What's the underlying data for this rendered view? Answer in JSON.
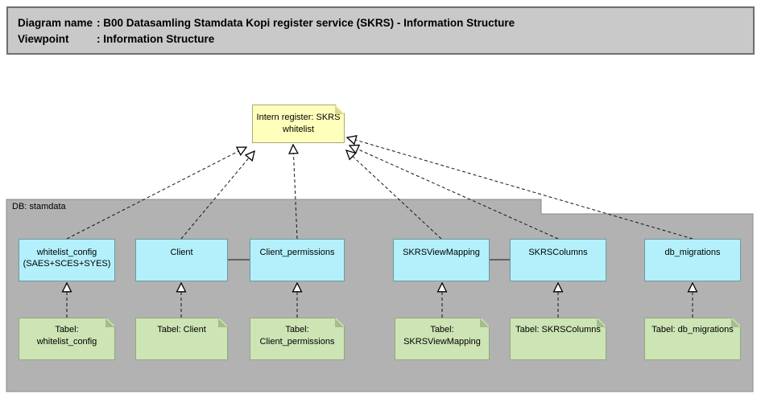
{
  "header": {
    "rows": [
      {
        "label": "Diagram name",
        "value": ": B00 Datasamling Stamdata Kopi register service (SKRS) - Information Structure"
      },
      {
        "label": "Viewpoint",
        "value": ": Information Structure"
      }
    ]
  },
  "note": {
    "label": "Intern register: SKRS\nwhitelist"
  },
  "group": {
    "label": "DB: stamdata"
  },
  "entities": [
    {
      "label": "whitelist_config\n(SAES+SCES+SYES)"
    },
    {
      "label": "Client"
    },
    {
      "label": "Client_permissions"
    },
    {
      "label": "SKRSViewMapping"
    },
    {
      "label": "SKRSColumns"
    },
    {
      "label": "db_migrations"
    }
  ],
  "tables": [
    {
      "label": "Tabel:\nwhitelist_config"
    },
    {
      "label": "Tabel: Client"
    },
    {
      "label": "Tabel:\nClient_permissions"
    },
    {
      "label": "Tabel:\nSKRSViewMapping"
    },
    {
      "label": "Tabel: SKRSColumns"
    },
    {
      "label": "Tabel: db_migrations"
    }
  ],
  "colors": {
    "header_fill": "#c9c9c9",
    "group_fill": "#b2b2b2",
    "entity_fill": "#b4f0fb",
    "entity_border": "#6899a3",
    "table_fill": "#cde4b5",
    "table_border": "#90a97c",
    "note_fill": "#ffffbc",
    "connector": "#141414"
  }
}
